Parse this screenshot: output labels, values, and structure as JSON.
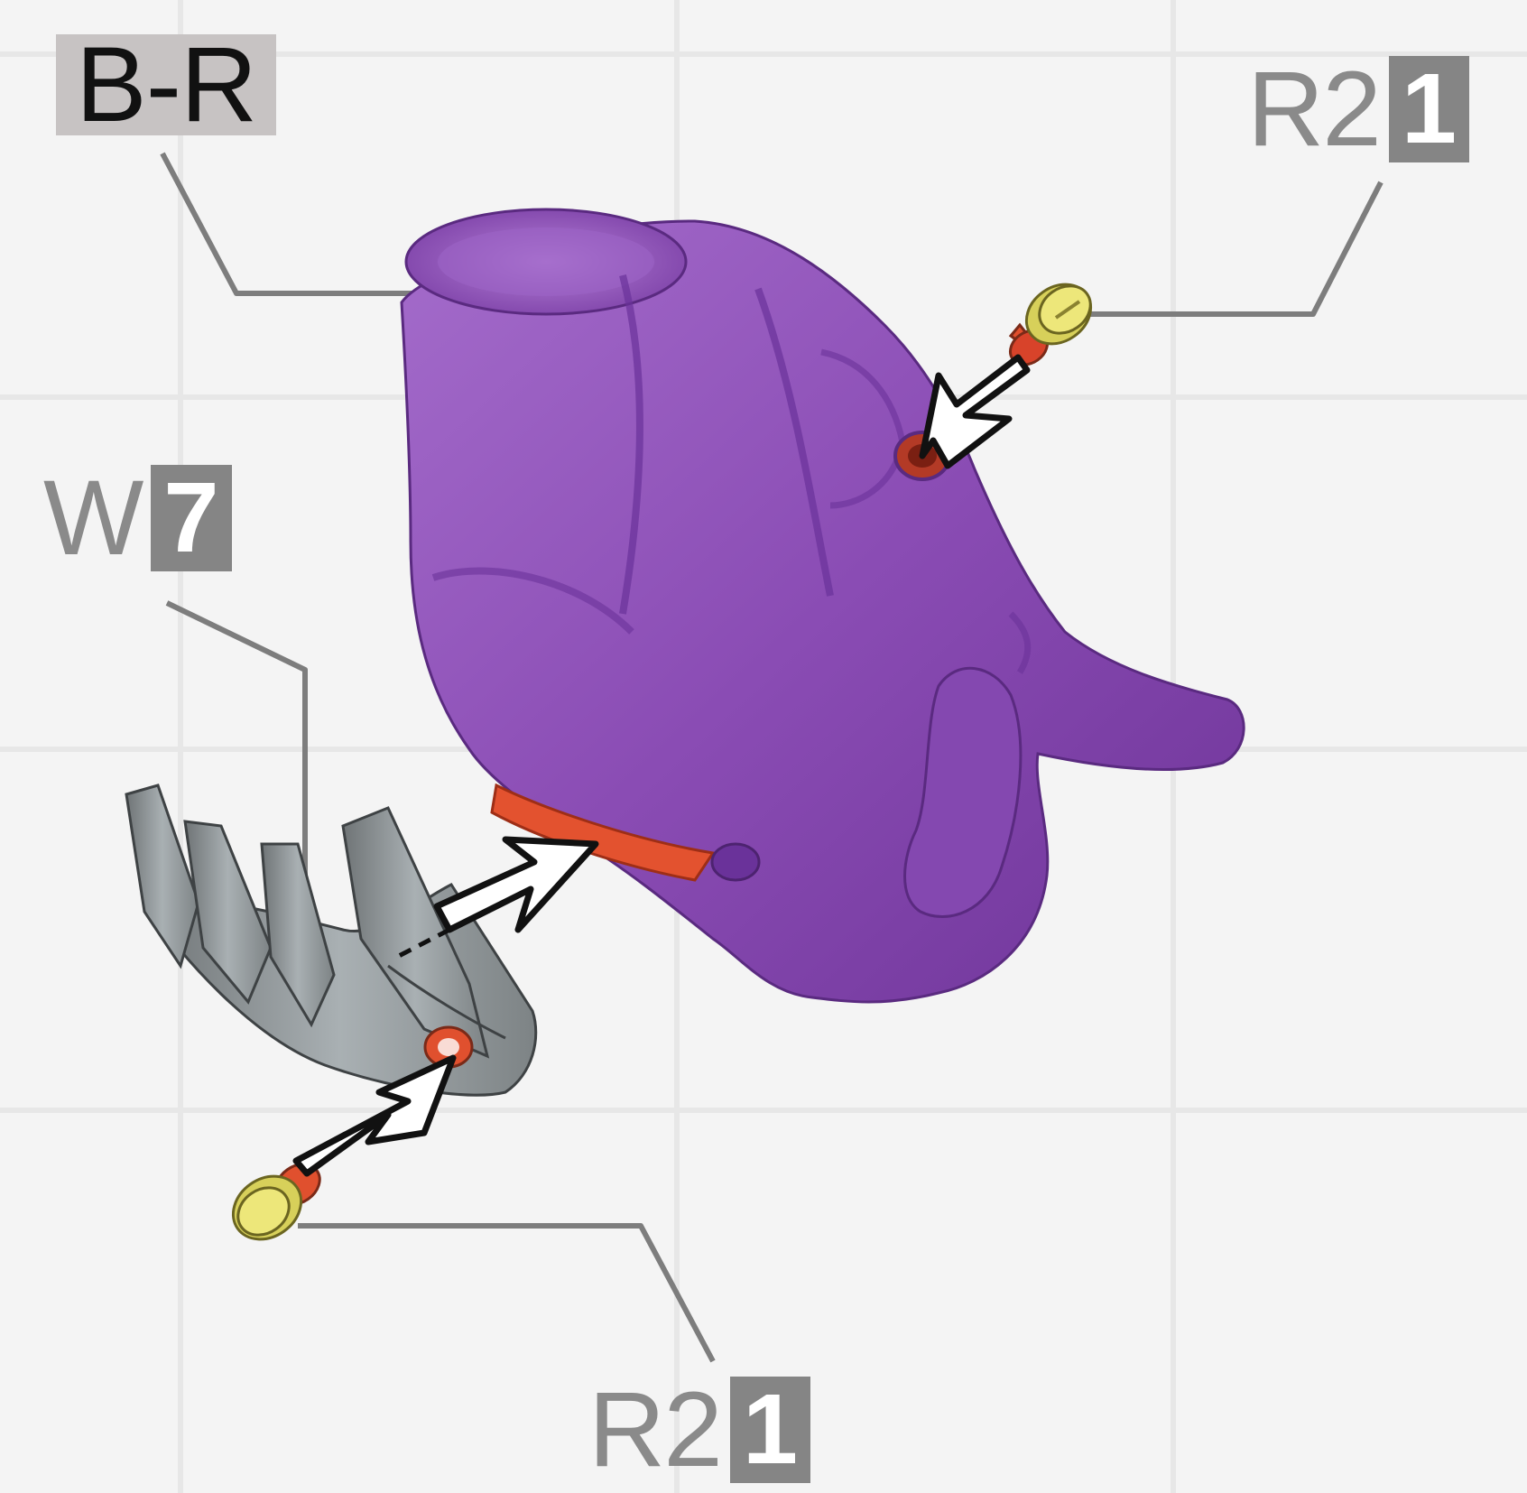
{
  "callouts": {
    "part": {
      "code": "B-R"
    },
    "pin_top": {
      "code": "R2",
      "qty": "1"
    },
    "wrist_part": {
      "code": "W",
      "qty": "7"
    },
    "pin_bottom": {
      "code": "R2",
      "qty": "1"
    }
  },
  "colors": {
    "background": "#f4f4f4",
    "hand_body": "#8a4cb4",
    "gray_part": "#8e9496",
    "pin_cap": "#e4de6a",
    "pin_shaft": "#e0502e",
    "red_band": "#e3522f",
    "leader_line": "#7d7d7d",
    "qty_box": "#858585"
  },
  "icons": [
    "assembly-arrow-icon"
  ]
}
